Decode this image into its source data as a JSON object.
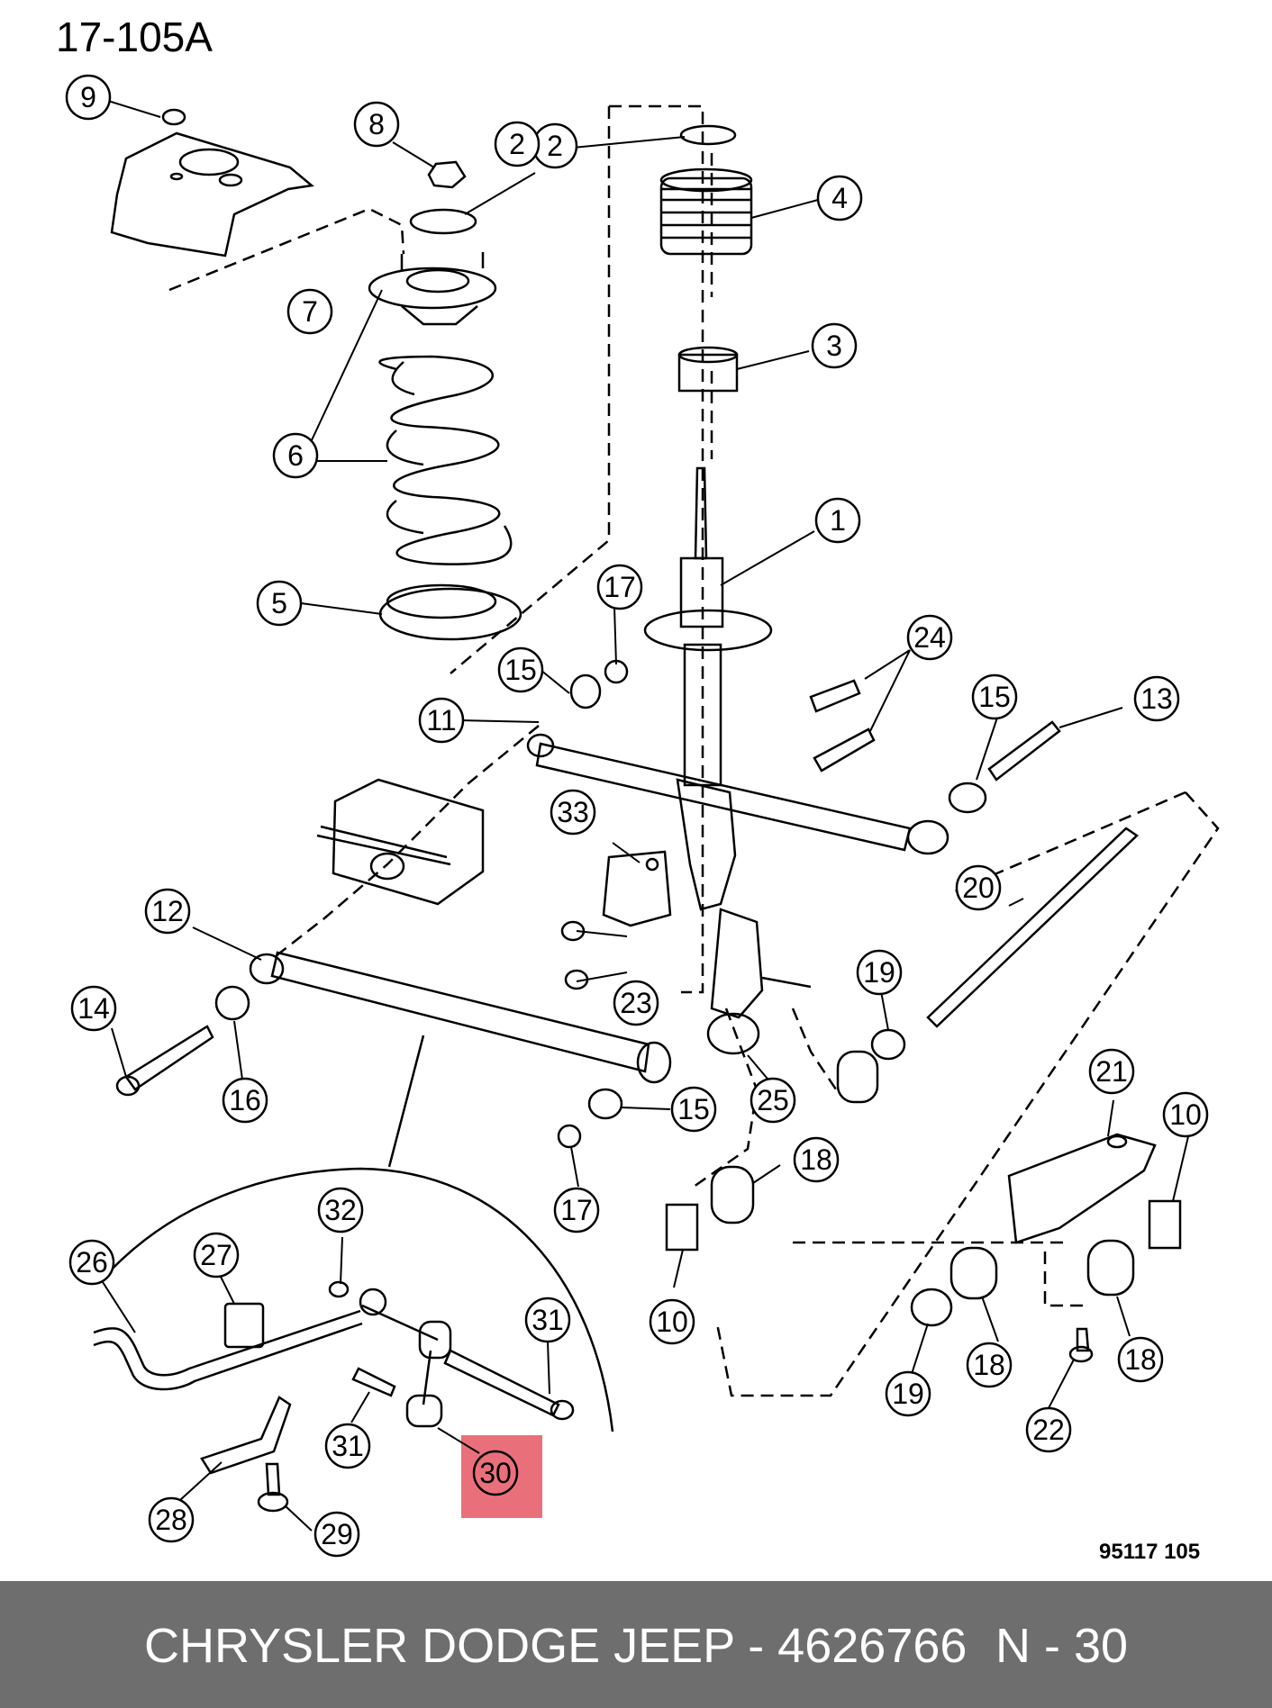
{
  "diagram": {
    "code": "17-105A",
    "ref": "95117  105",
    "highlight_color": "#e9707a",
    "callouts": [
      {
        "label": "1"
      },
      {
        "label": "2"
      },
      {
        "label": "2"
      },
      {
        "label": "3"
      },
      {
        "label": "4"
      },
      {
        "label": "5"
      },
      {
        "label": "6"
      },
      {
        "label": "7"
      },
      {
        "label": "8"
      },
      {
        "label": "9"
      },
      {
        "label": "10"
      },
      {
        "label": "10"
      },
      {
        "label": "11"
      },
      {
        "label": "12"
      },
      {
        "label": "13"
      },
      {
        "label": "14"
      },
      {
        "label": "15"
      },
      {
        "label": "15"
      },
      {
        "label": "15"
      },
      {
        "label": "16"
      },
      {
        "label": "17"
      },
      {
        "label": "17"
      },
      {
        "label": "18"
      },
      {
        "label": "18"
      },
      {
        "label": "18"
      },
      {
        "label": "19"
      },
      {
        "label": "19"
      },
      {
        "label": "20"
      },
      {
        "label": "21"
      },
      {
        "label": "22"
      },
      {
        "label": "23"
      },
      {
        "label": "24"
      },
      {
        "label": "25"
      },
      {
        "label": "26"
      },
      {
        "label": "27"
      },
      {
        "label": "28"
      },
      {
        "label": "29"
      },
      {
        "label": "30",
        "highlighted": true
      },
      {
        "label": "31"
      },
      {
        "label": "31"
      },
      {
        "label": "32"
      },
      {
        "label": "33"
      }
    ]
  },
  "footer": {
    "text": "CHRYSLER DODGE JEEP - 4626766",
    "page": "N - 30",
    "bar_color": "#6e6e6e"
  }
}
